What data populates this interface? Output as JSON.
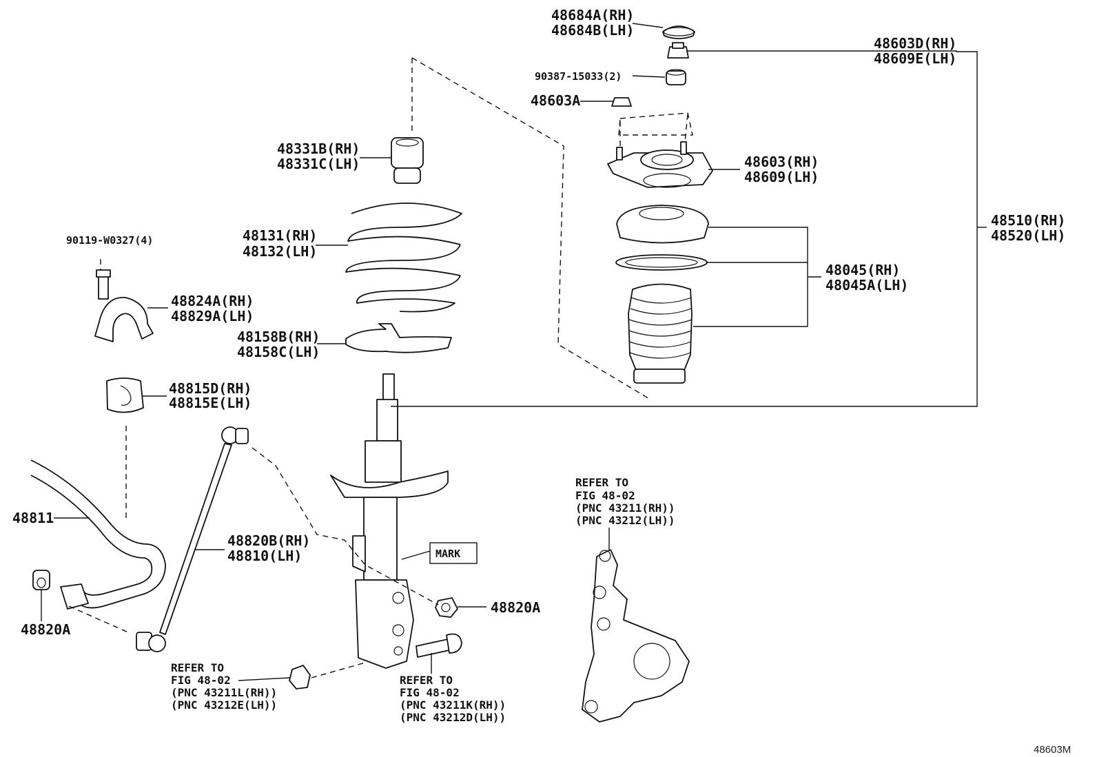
{
  "figure_code": "48603M",
  "labels": {
    "p48684": [
      "48684A(RH)",
      "48684B(LH)"
    ],
    "p48603d": [
      "48603D(RH)",
      "48609E(LH)"
    ],
    "p90387": "90387-15033(2)",
    "p48603a": "48603A",
    "p48603": [
      "48603(RH)",
      "48609(LH)"
    ],
    "p48331": [
      "48331B(RH)",
      "48331C(LH)"
    ],
    "p48131": [
      "48131(RH)",
      "48132(LH)"
    ],
    "p48158": [
      "48158B(RH)",
      "48158C(LH)"
    ],
    "p48045": [
      "48045(RH)",
      "48045A(LH)"
    ],
    "p48510": [
      "48510(RH)",
      "48520(LH)"
    ],
    "p90119": "90119-W0327(4)",
    "p48824": [
      "48824A(RH)",
      "48829A(LH)"
    ],
    "p48815": [
      "48815D(RH)",
      "48815E(LH)"
    ],
    "p48811": "48811",
    "p48820b": [
      "48820B(RH)",
      "48810(LH)"
    ],
    "p48820a_right": "48820A",
    "p48820a_left": "48820A",
    "mark": "MARK"
  },
  "refer_knuckle": [
    "REFER TO",
    "FIG 48-02",
    "(PNC 43211(RH))",
    "(PNC 43212(LH))"
  ],
  "refer_nut": [
    "REFER TO",
    "FIG 48-02",
    "(PNC 43211L(RH))",
    "(PNC 43212E(LH))"
  ],
  "refer_bolt": [
    "REFER TO",
    "FIG 48-02",
    "(PNC 43211K(RH))",
    "(PNC 43212D(LH))"
  ]
}
